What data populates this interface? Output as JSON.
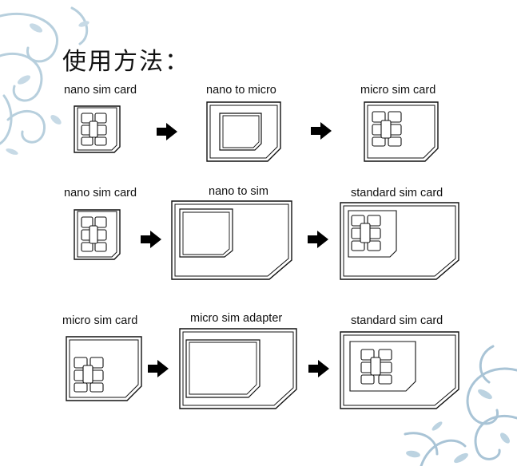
{
  "title": "使用方法：",
  "rows": [
    {
      "labels": [
        "nano sim card",
        "nano to micro",
        "micro sim card"
      ]
    },
    {
      "labels": [
        "nano sim card",
        "nano to sim",
        "standard sim card"
      ]
    },
    {
      "labels": [
        "micro sim card",
        "micro sim adapter",
        "standard sim card"
      ]
    }
  ],
  "colors": {
    "ink": "#111111",
    "ornament": "#a9c4d6",
    "arrow": "#000000"
  }
}
